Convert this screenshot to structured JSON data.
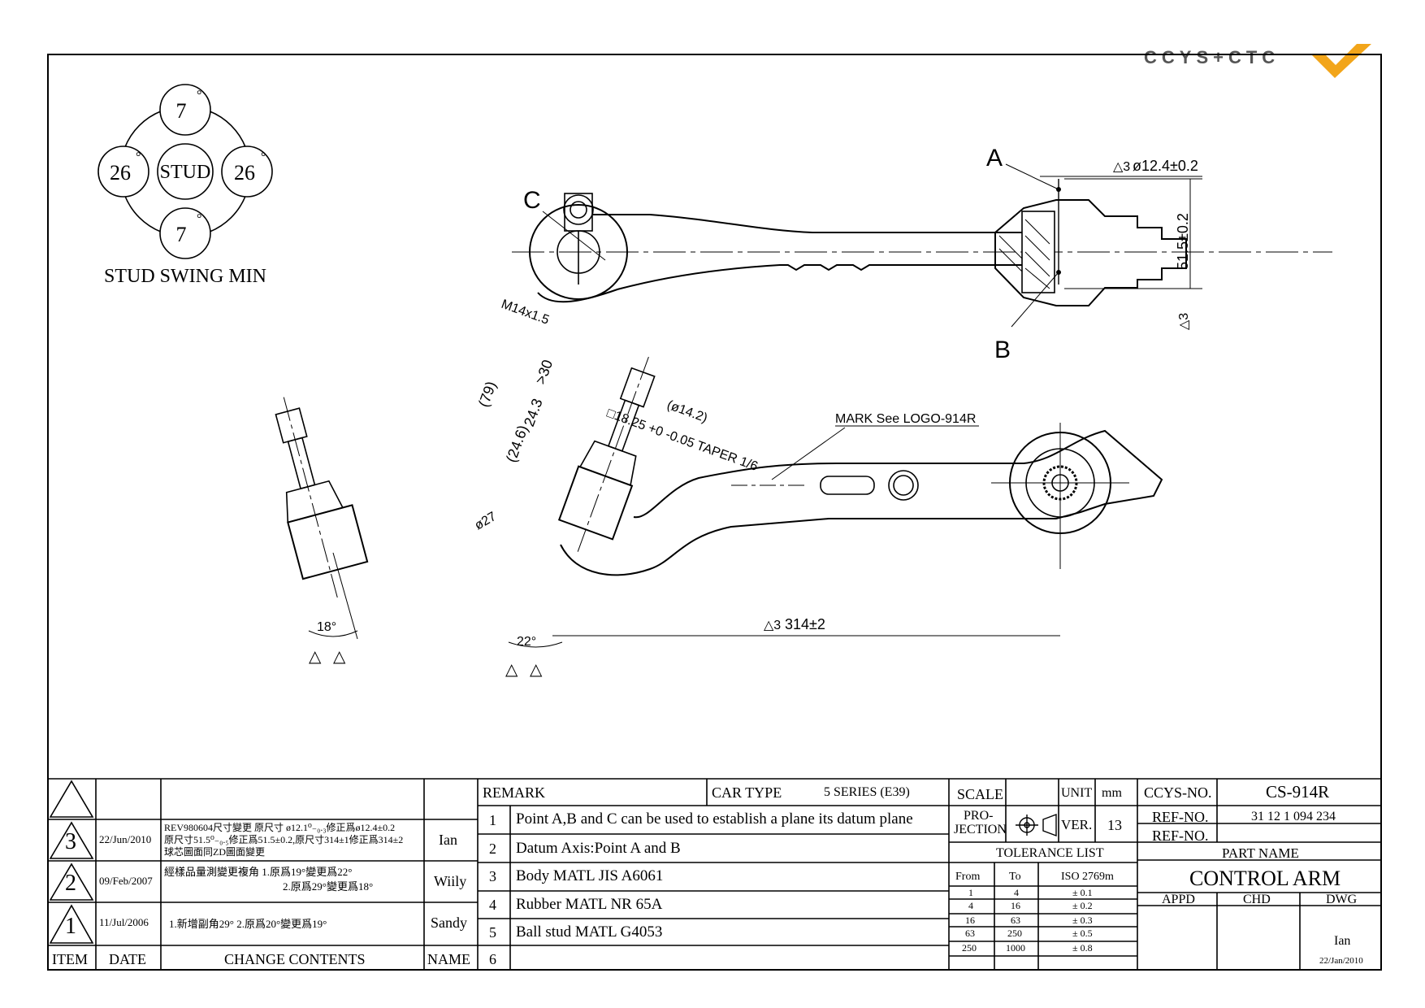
{
  "logo": {
    "text": "CCYS+CTC"
  },
  "stud_swing": {
    "title": "STUD SWING MIN",
    "center": "STUD",
    "top": "7",
    "bottom": "7",
    "left": "26",
    "right": "26",
    "degree": "°"
  },
  "drawing": {
    "point_a": "A",
    "point_b": "B",
    "point_c": "C",
    "dim_dia_top": "ø12.4±0.2",
    "dim_height": "51.5±0.2",
    "dim_thread": "M14x1.5",
    "dim_79": "(79)",
    "dim_30": ">30",
    "dim_243": "24.3",
    "dim_246": "(24.6)",
    "dim_taper": "□18.25 +0 -0.05 TAPER 1/6",
    "dim_142": "(ø14.2)",
    "dim_27": "ø27",
    "dim_length": "314±2",
    "angle_22": "22°",
    "angle_18": "18°",
    "mark_note": "MARK See LOGO-914R",
    "rev_markers": [
      "1",
      "2",
      "3"
    ]
  },
  "revisions": {
    "rows": [
      {
        "rev": "3",
        "date": "22/Jun/2010",
        "content": [
          "REV980604尺寸變更 原尺寸 ø12.1⁰₋₀.₃修正爲ø12.4±0.2",
          "原尺寸51.5⁰₋₀.₅修正爲51.5±0.2,原尺寸314±1修正爲314±2",
          "球芯圖面同ZD圖面變更"
        ],
        "name": "Ian"
      },
      {
        "rev": "2",
        "date": "09/Feb/2007",
        "content": [
          "經樣品量測變更複角 1.原爲19°變更爲22°",
          "2.原爲29°變更爲18°"
        ],
        "name": "Wiily"
      },
      {
        "rev": "1",
        "date": "11/Jul/2006",
        "content": [
          "1.新增副角29° 2.原爲20°變更爲19°"
        ],
        "name": "Sandy"
      }
    ],
    "headers": {
      "item": "ITEM",
      "date": "DATE",
      "change": "CHANGE CONTENTS",
      "name": "NAME"
    }
  },
  "remarks": {
    "header": "REMARK",
    "car_type_label": "CAR TYPE",
    "car_type": "5 SERIES (E39)",
    "items": [
      {
        "no": "1",
        "text": "Point A,B and C can be used to establish a plane its datum plane"
      },
      {
        "no": "2",
        "text": "Datum Axis:Point A and B"
      },
      {
        "no": "3",
        "text": "Body MATL JIS A6061"
      },
      {
        "no": "4",
        "text": "Rubber MATL NR 65A"
      },
      {
        "no": "5",
        "text": "Ball stud MATL G4053"
      },
      {
        "no": "6",
        "text": ""
      }
    ]
  },
  "info": {
    "scale_label": "SCALE",
    "unit_label": "UNIT",
    "unit": "mm",
    "projection_label_1": "PRO-",
    "projection_label_2": "JECTION",
    "ver_label": "VER.",
    "ver": "13",
    "tolerance_title": "TOLERANCE LIST",
    "tol_headers": {
      "from": "From",
      "to": "To",
      "iso": "ISO 2769m"
    },
    "tolerances": [
      {
        "from": "1",
        "to": "4",
        "tol": "± 0.1"
      },
      {
        "from": "4",
        "to": "16",
        "tol": "± 0.2"
      },
      {
        "from": "16",
        "to": "63",
        "tol": "± 0.3"
      },
      {
        "from": "63",
        "to": "250",
        "tol": "± 0.5"
      },
      {
        "from": "250",
        "to": "1000",
        "tol": "± 0.8"
      }
    ],
    "ccys_no_label": "CCYS-NO.",
    "ccys_no": "CS-914R",
    "ref_no_label": "REF-NO.",
    "ref_no": "31 12 1 094 234",
    "ref_no2_label": "REF-NO.",
    "ref_no2": "",
    "part_name_label": "PART NAME",
    "part_name": "CONTROL ARM",
    "appd_label": "APPD",
    "chd_label": "CHD",
    "dwg_label": "DWG",
    "dwg_name": "Ian",
    "dwg_date": "22/Jan/2010"
  }
}
